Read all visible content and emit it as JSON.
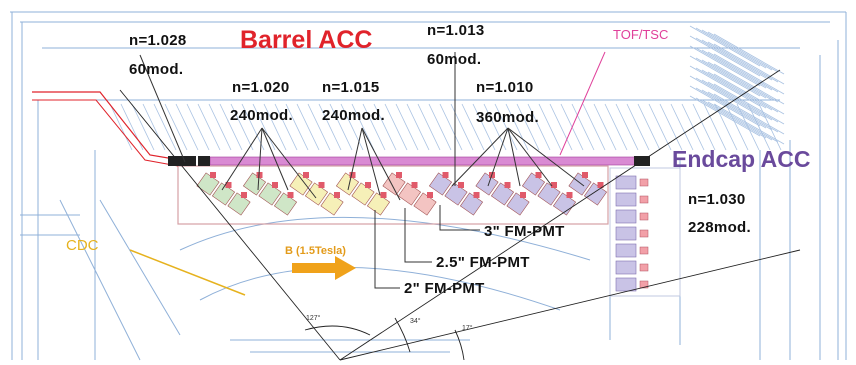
{
  "title": "Barrel ACC",
  "endcap_title": "Endcap ACC",
  "tof_label": "TOF/TSC",
  "cdc_label": "CDC",
  "field_label": "B (1.5Tesla)",
  "barrel_groups": [
    {
      "index": "n=1.028",
      "modules": "60mod."
    },
    {
      "index": "n=1.020",
      "modules": "240mod."
    },
    {
      "index": "n=1.015",
      "modules": "240mod."
    },
    {
      "index": "n=1.013",
      "modules": "60mod."
    },
    {
      "index": "n=1.010",
      "modules": "360mod."
    }
  ],
  "endcap_group": {
    "index": "n=1.030",
    "modules": "228mod."
  },
  "pmt_labels": [
    "3\" FM-PMT",
    "2.5\" FM-PMT",
    "2\" FM-PMT"
  ],
  "angles": [
    "127°",
    "34°",
    "17°"
  ],
  "colors": {
    "barrel_title": "#e0232b",
    "endcap_title": "#6a4a9c",
    "tof": "#e0409a",
    "cdc": "#e6b21e",
    "arrow": "#f0a21a",
    "structure": "#8fb0d8",
    "tof_band": "#d98ad3"
  }
}
